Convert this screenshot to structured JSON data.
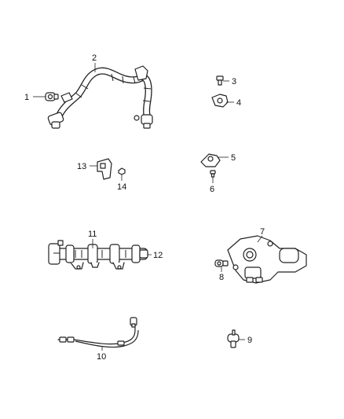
{
  "callouts": [
    "1",
    "2",
    "3",
    "4",
    "5",
    "6",
    "7",
    "8",
    "9",
    "10",
    "11",
    "12",
    "13",
    "14"
  ]
}
